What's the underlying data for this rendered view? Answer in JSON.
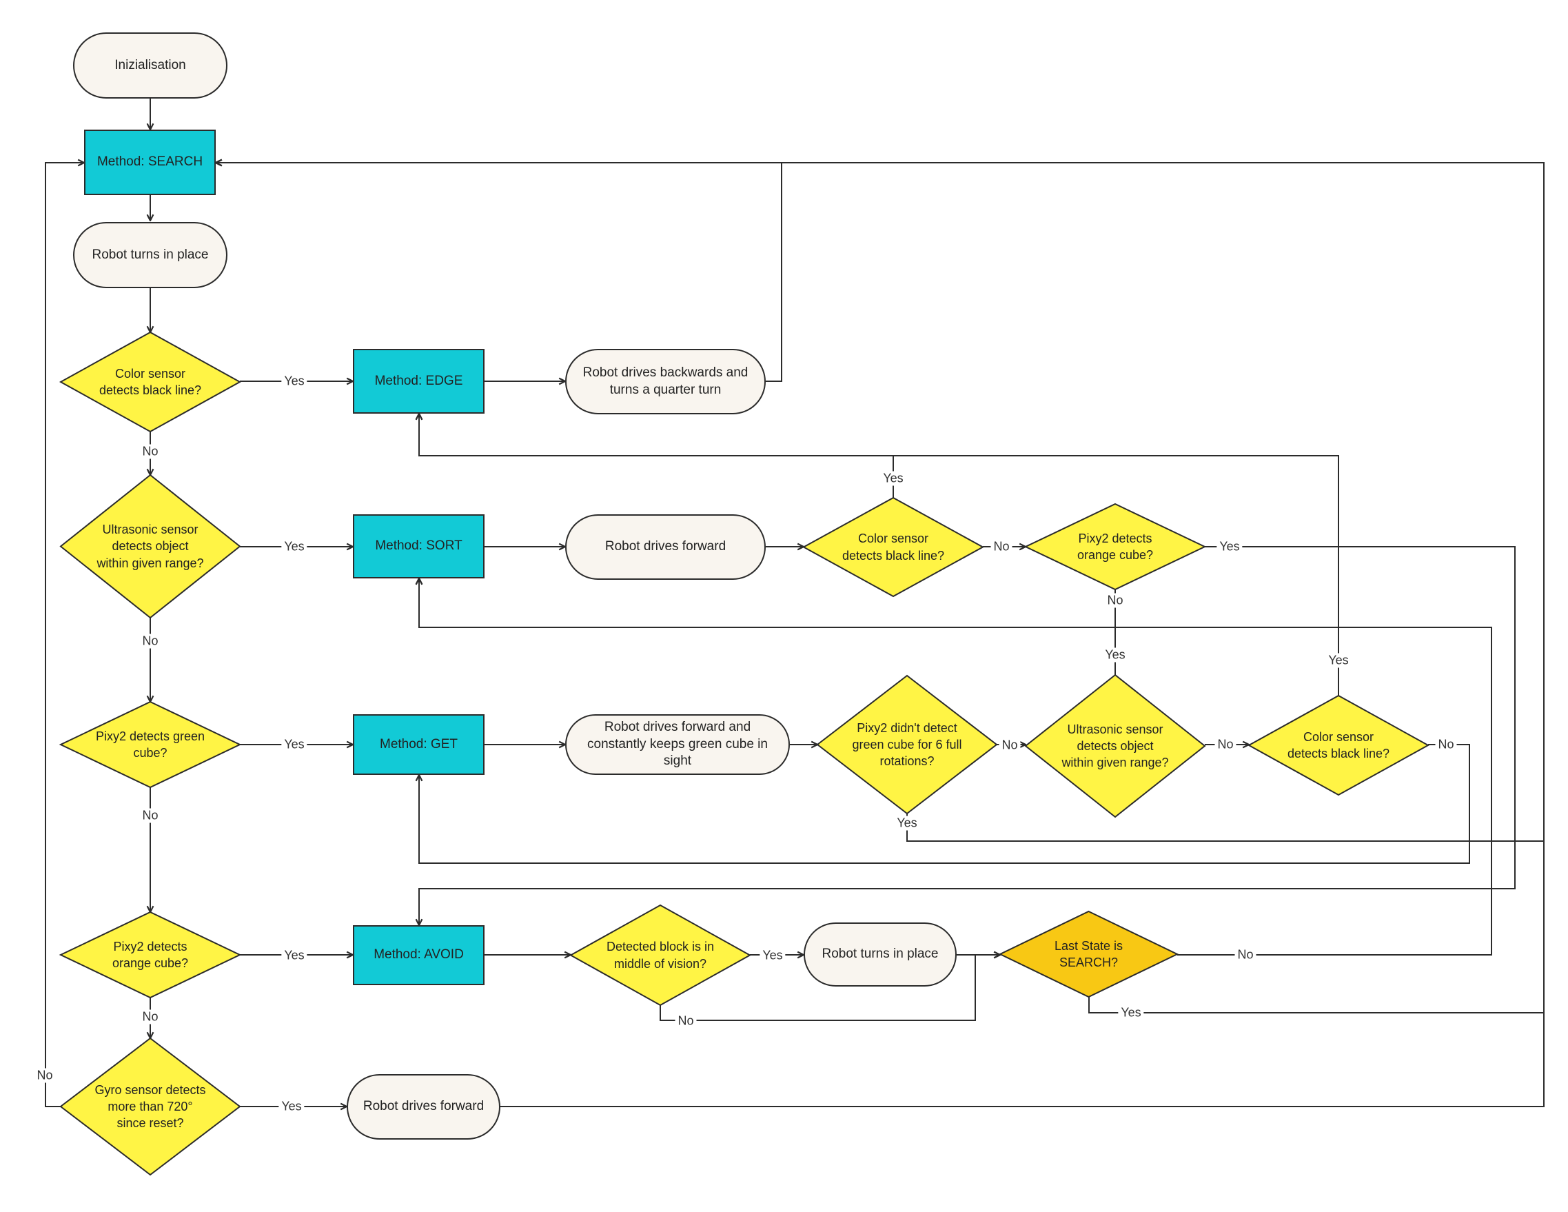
{
  "colors": {
    "terminal_fill": "#f9f5ef",
    "process_fill": "#12cad6",
    "decision_fill": "#fff445",
    "decision_alt_fill": "#f8c814",
    "line": "#2b2b2b",
    "background": "#ffffff"
  },
  "nodes": {
    "init": "Inizialisation",
    "search": "Method: SEARCH",
    "turn1": "Robot turns in place",
    "d_black1": "Color sensor detects black line?",
    "edge": "Method: EDGE",
    "backturn": "Robot drives backwards and turns a quarter turn",
    "d_ultra1": "Ultrasonic sensor detects object within given range?",
    "sort": "Method: SORT",
    "fwd1": "Robot drives forward",
    "d_black2": "Color sensor detects black line?",
    "d_orange1": "Pixy2 detects orange cube?",
    "d_green": "Pixy2 detects green cube?",
    "get": "Method: GET",
    "fwd_green": "Robot drives forward and constantly keeps green cube in sight",
    "d_lost": "Pixy2 didn't detect green cube for 6 full rotations?",
    "d_ultra2": "Ultrasonic sensor detects object within given range?",
    "d_black3": "Color sensor detects black line?",
    "d_orange2": "Pixy2 detects orange cube?",
    "avoid": "Method: AVOID",
    "d_middle": "Detected block is in middle of vision?",
    "turn2": "Robot turns in place",
    "d_last": "Last State is SEARCH?",
    "d_gyro": "Gyro sensor detects more than 720° since reset?",
    "fwd2": "Robot drives forward"
  },
  "edge_labels": {
    "yes": "Yes",
    "no": "No"
  }
}
